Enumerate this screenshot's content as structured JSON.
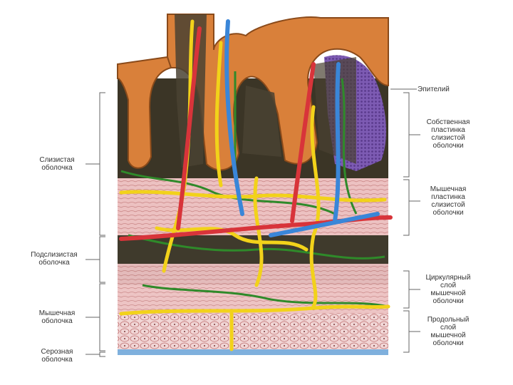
{
  "labels": {
    "left": {
      "mucosa": [
        "Слизистая",
        "оболочка"
      ],
      "submucosa": [
        "Подслизистая",
        "оболочка"
      ],
      "muscularis": [
        "Мышечная",
        "оболочка"
      ],
      "serosa": [
        "Серозная",
        "оболочка"
      ]
    },
    "right": {
      "epithelium": [
        "Эпителий"
      ],
      "lamina_propria": [
        "Собственная",
        "пластинка",
        "слизистой",
        "оболочки"
      ],
      "muscularis_mucosae": [
        "Мышечная",
        "пластинка",
        "слизистой",
        "оболочки"
      ],
      "circular_layer": [
        "Циркулярный",
        "слой",
        "мышечной",
        "оболочки"
      ],
      "longitudinal_layer": [
        "Продольный",
        "слой",
        "мышечной",
        "оболочки"
      ]
    }
  },
  "colors": {
    "epithelium": "#d9803a",
    "vessel_artery": "#d8343a",
    "vessel_vein": "#3a86d8",
    "nerve": "#f2d21a",
    "lymph": "#2f8a2a",
    "muscle": "#e9b3b3",
    "gland": "#6b4aa0",
    "serosa": "#7fb0dd"
  }
}
